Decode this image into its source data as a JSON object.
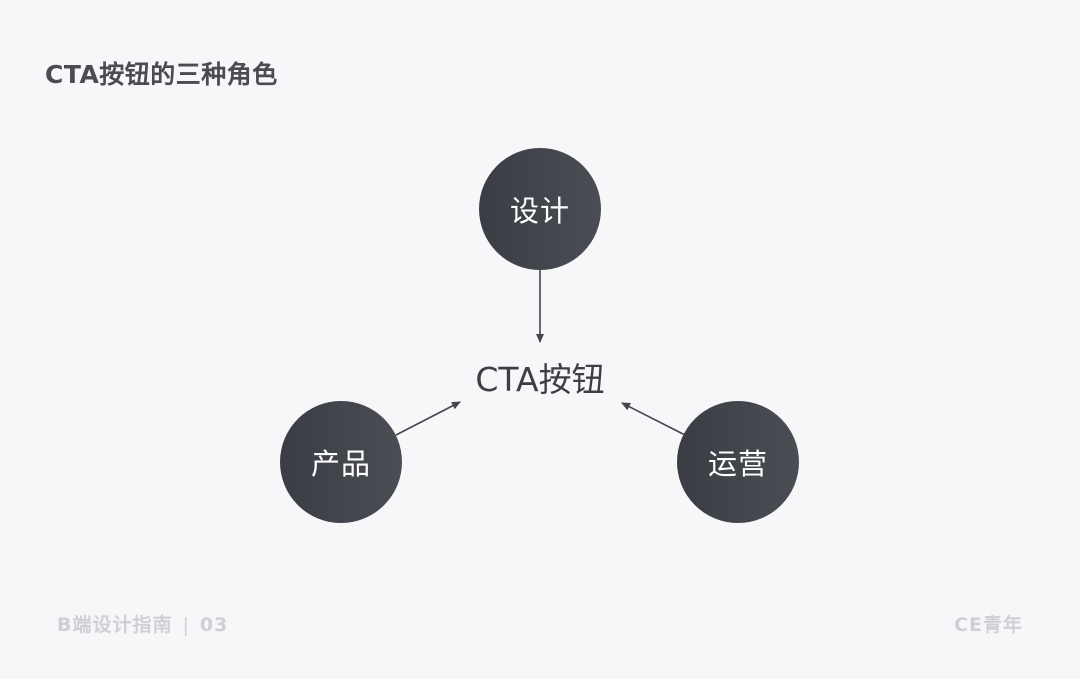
{
  "title": "CTA按钮的三种角色",
  "diagram": {
    "center": "CTA按钮",
    "nodes": [
      {
        "id": "design",
        "label": "设计",
        "position": "top"
      },
      {
        "id": "product",
        "label": "产品",
        "position": "bottom-left"
      },
      {
        "id": "operation",
        "label": "运营",
        "position": "bottom-right"
      }
    ],
    "edges": [
      {
        "from": "设计",
        "to": "CTA按钮"
      },
      {
        "from": "产品",
        "to": "CTA按钮"
      },
      {
        "from": "运营",
        "to": "CTA按钮"
      }
    ],
    "colors": {
      "node_fill": "#42454b",
      "node_text": "#ffffff",
      "arrow": "#45474c",
      "background": "#f7f7fa"
    }
  },
  "footer": {
    "series": "B端设计指南",
    "separator": "|",
    "page": "03",
    "brand": "CE青年"
  }
}
